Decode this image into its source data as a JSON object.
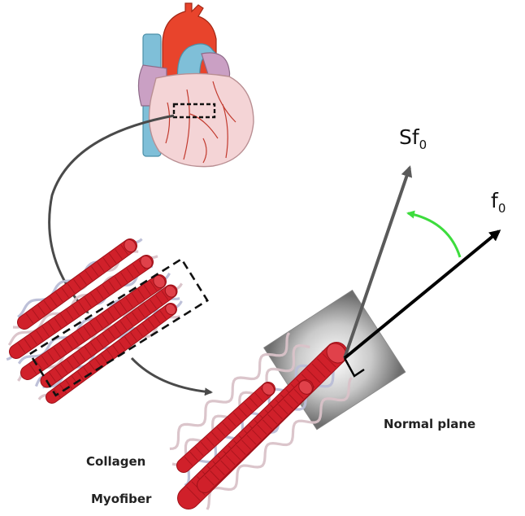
{
  "labels": {
    "sf0": {
      "main": "Sf",
      "sub": "0"
    },
    "f0": {
      "main": "f",
      "sub": "0"
    },
    "normal_plane": "Normal plane",
    "collagen": "Collagen",
    "myofiber": "Myofiber"
  },
  "colors": {
    "myofiber": "#d0202a",
    "myofiber_dark": "#9e1119",
    "collagen_a": "#d9c2c8",
    "collagen_b": "#b9bdd6",
    "heart_body": "#f4d4d6",
    "aorta": "#e8442c",
    "vein": "#7fbfd8",
    "left_atrium": "#caa0c4",
    "fiber_vector": "#000000",
    "sheet_vector": "#555555",
    "rotation_arrow": "#3ddc3d"
  }
}
